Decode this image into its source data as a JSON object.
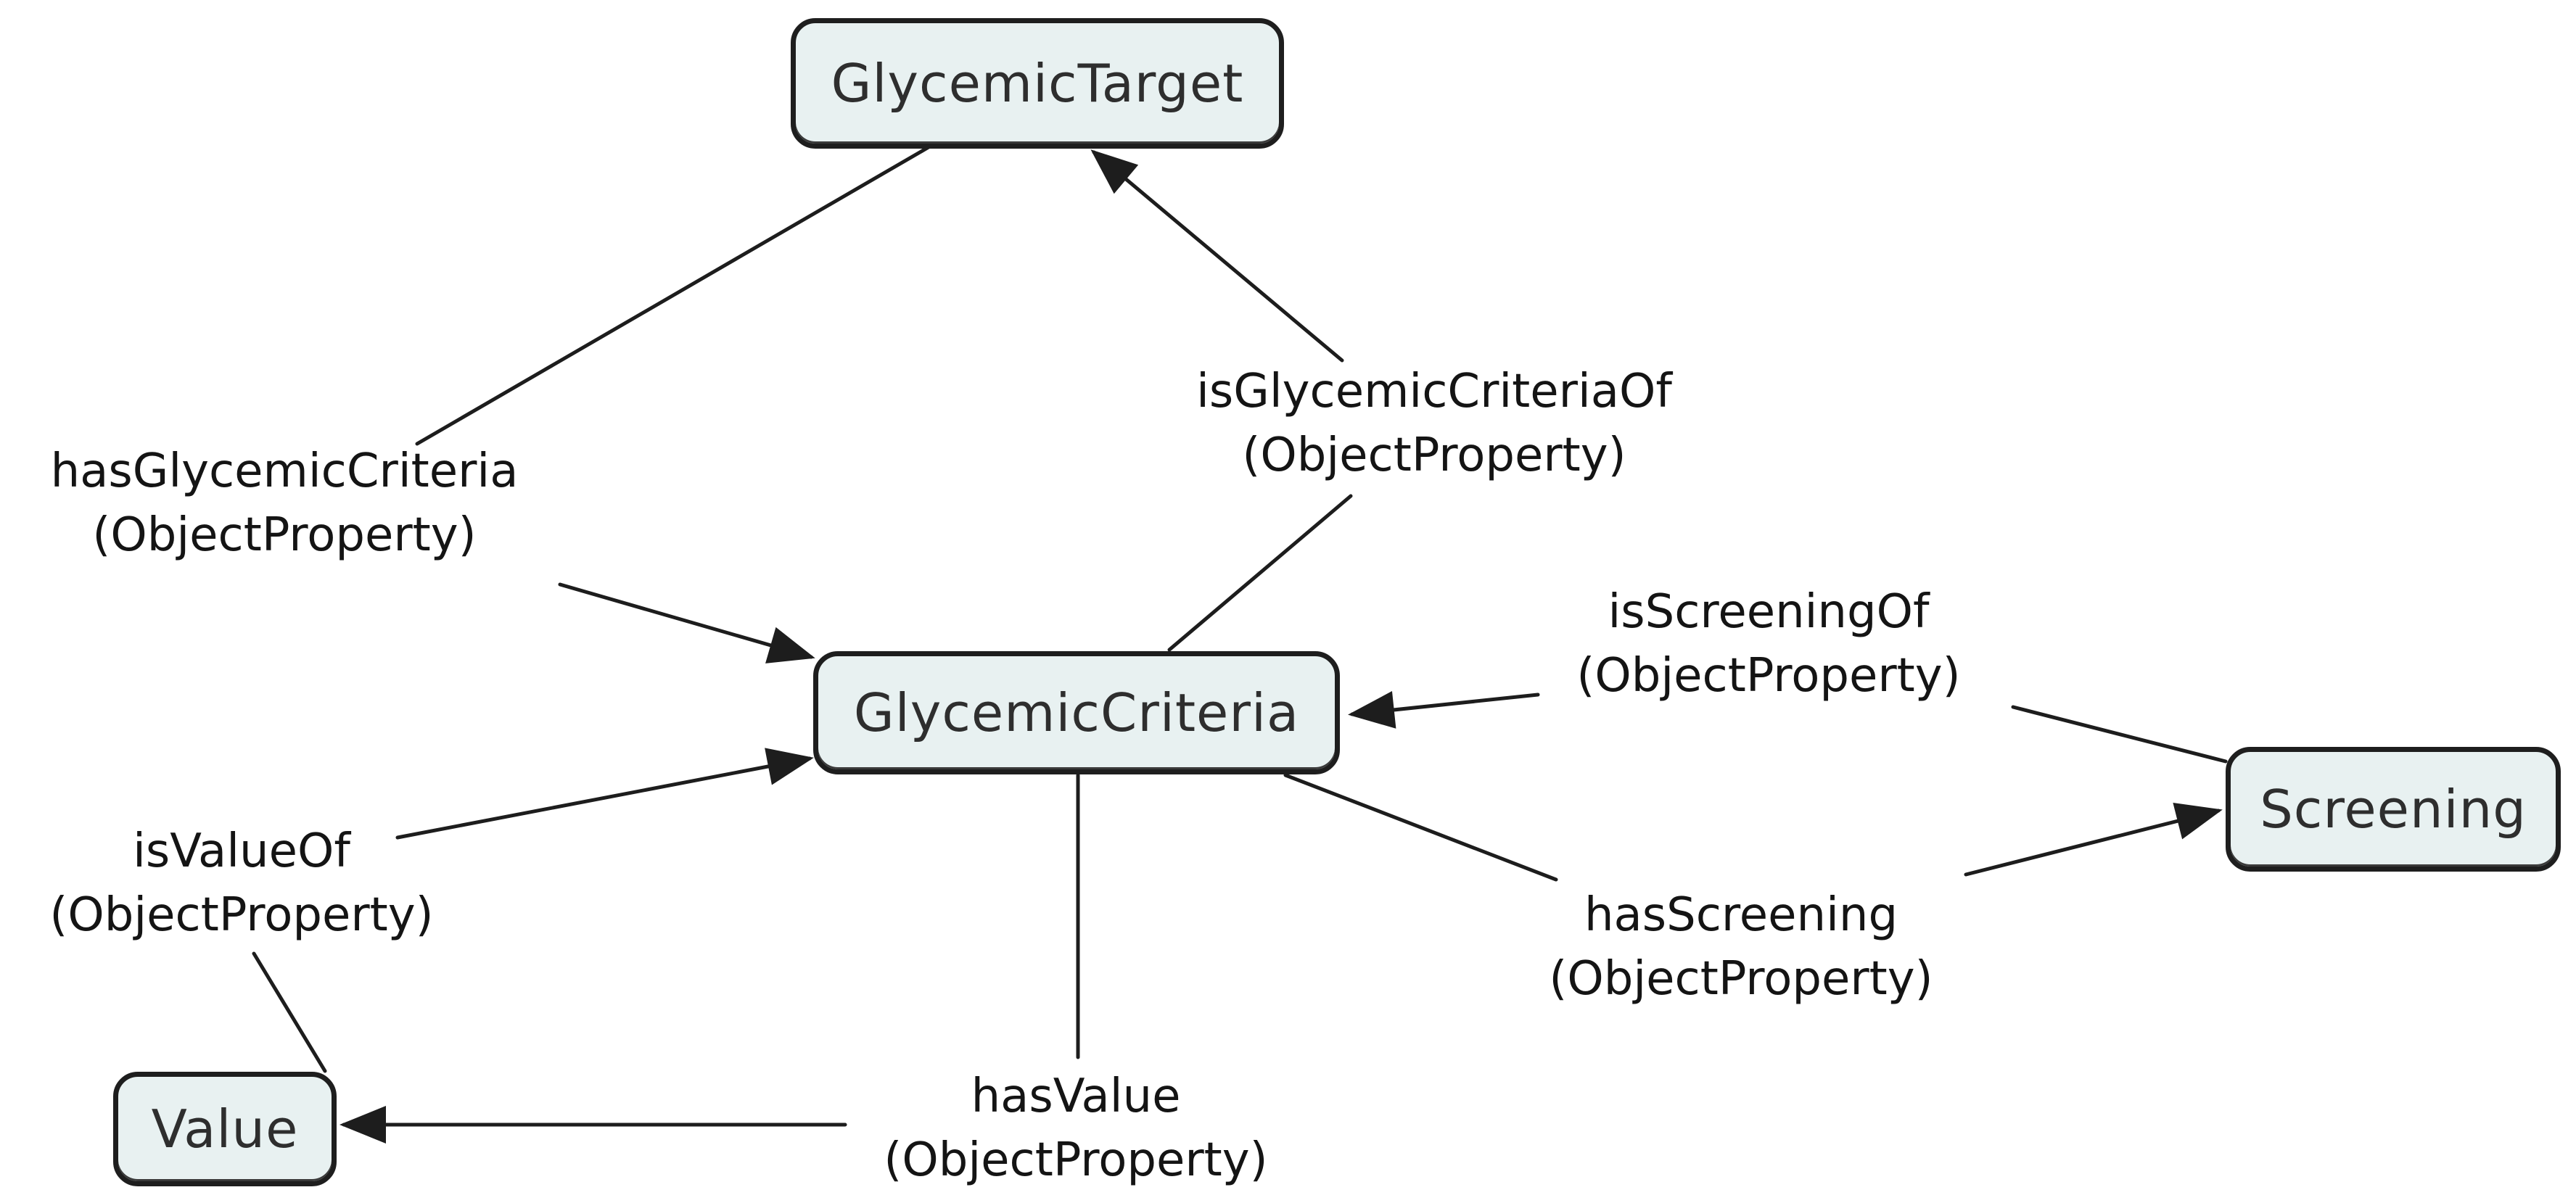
{
  "diagram": {
    "colors": {
      "background": "#ffffff",
      "node_fill": "#e8f1f1",
      "node_border": "#1e1e1e",
      "node_text": "#2e2e2e",
      "edge_line": "#1d1d1d",
      "edge_label_text": "#141414"
    },
    "nodes": [
      {
        "id": "glycemic-target",
        "label": "GlycemicTarget"
      },
      {
        "id": "glycemic-criteria",
        "label": "GlycemicCriteria"
      },
      {
        "id": "screening",
        "label": "Screening"
      },
      {
        "id": "value",
        "label": "Value"
      }
    ],
    "edge_labels": [
      {
        "id": "has-glycemic-criteria",
        "name": "hasGlycemicCriteria",
        "kind": "(ObjectProperty)"
      },
      {
        "id": "is-glycemic-criteria-of",
        "name": "isGlycemicCriteriaOf",
        "kind": "(ObjectProperty)"
      },
      {
        "id": "is-screening-of",
        "name": "isScreeningOf",
        "kind": "(ObjectProperty)"
      },
      {
        "id": "has-screening",
        "name": "hasScreening",
        "kind": "(ObjectProperty)"
      },
      {
        "id": "is-value-of",
        "name": "isValueOf",
        "kind": "(ObjectProperty)"
      },
      {
        "id": "has-value",
        "name": "hasValue",
        "kind": "(ObjectProperty)"
      }
    ],
    "edges": [
      {
        "from": "GlycemicTarget",
        "to": "GlycemicCriteria",
        "label": "hasGlycemicCriteria",
        "arrow_at": "GlycemicCriteria"
      },
      {
        "from": "GlycemicCriteria",
        "to": "GlycemicTarget",
        "label": "isGlycemicCriteriaOf",
        "arrow_at": "GlycemicTarget"
      },
      {
        "from": "Screening",
        "to": "GlycemicCriteria",
        "label": "isScreeningOf",
        "arrow_at": "GlycemicCriteria"
      },
      {
        "from": "GlycemicCriteria",
        "to": "Screening",
        "label": "hasScreening",
        "arrow_at": "Screening"
      },
      {
        "from": "Value",
        "to": "GlycemicCriteria",
        "label": "isValueOf",
        "arrow_at": "GlycemicCriteria"
      },
      {
        "from": "GlycemicCriteria",
        "to": "Value",
        "label": "hasValue",
        "arrow_at": "Value"
      }
    ]
  }
}
